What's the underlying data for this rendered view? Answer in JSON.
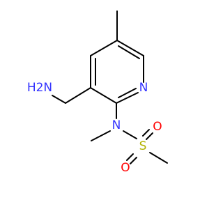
{
  "molecule": {
    "atoms": {
      "amine_n": {
        "text": "H2N",
        "color": "#3333ff"
      },
      "ring_n": {
        "text": "N",
        "color": "#3333ff"
      },
      "sulfonamide_n": {
        "text": "N",
        "color": "#3333ff"
      },
      "sulfur": {
        "text": "S",
        "color": "#b2b200"
      },
      "oxygen_top": {
        "text": "O",
        "color": "#ff0000"
      },
      "oxygen_bottom": {
        "text": "O",
        "color": "#ff0000"
      }
    }
  }
}
